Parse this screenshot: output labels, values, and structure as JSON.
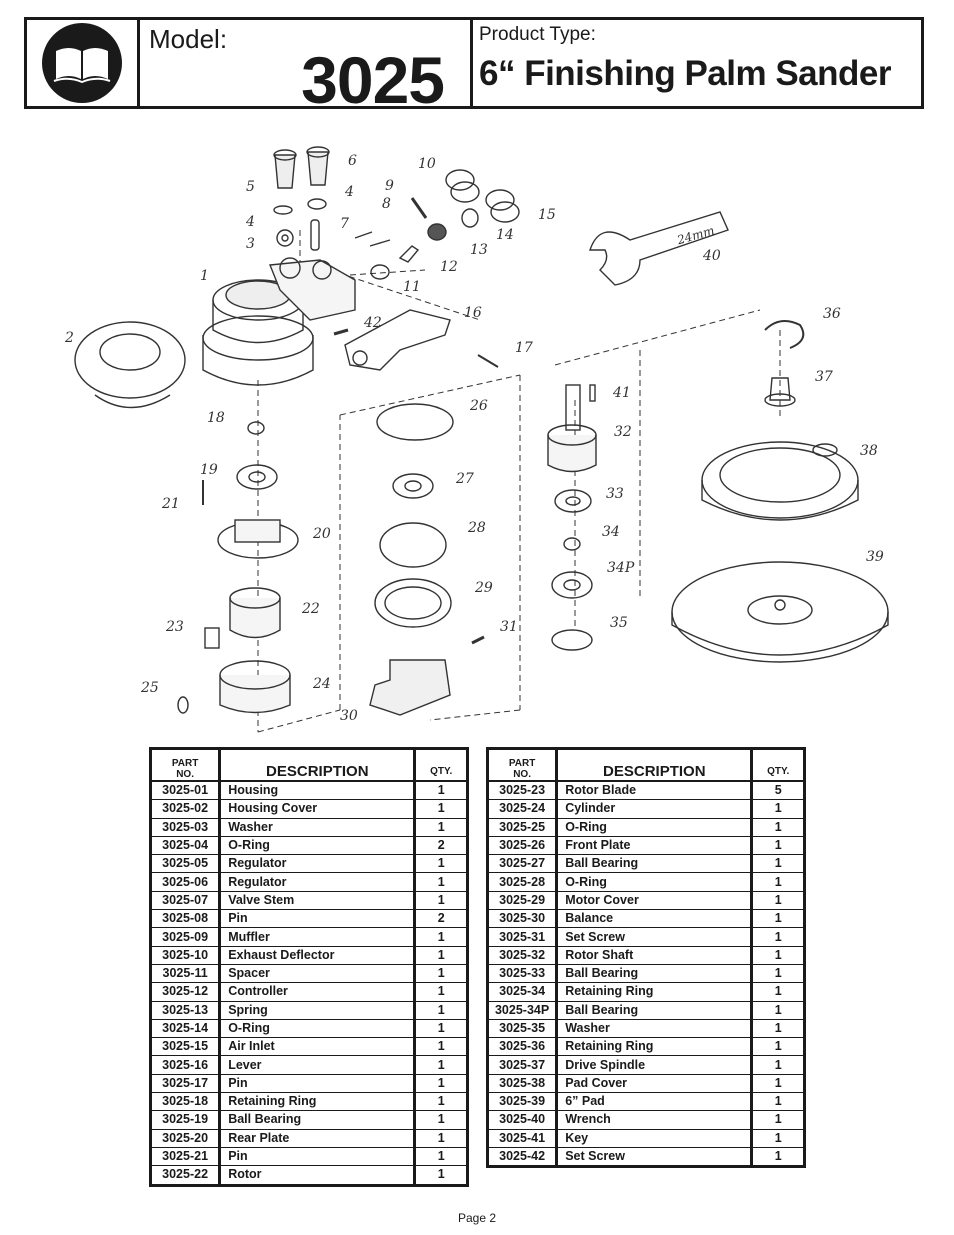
{
  "header": {
    "model_label": "Model:",
    "model_number": "3025",
    "product_type_label": "Product Type:",
    "product_name": "6“ Finishing Palm Sander",
    "icon": "manual-book-icon"
  },
  "diagram": {
    "callouts": [
      "1",
      "2",
      "3",
      "4",
      "4",
      "5",
      "6",
      "7",
      "8",
      "9",
      "10",
      "11",
      "12",
      "13",
      "14",
      "15",
      "16",
      "17",
      "18",
      "19",
      "20",
      "21",
      "22",
      "23",
      "24",
      "25",
      "26",
      "27",
      "28",
      "29",
      "30",
      "31",
      "32",
      "33",
      "34",
      "34P",
      "35",
      "36",
      "37",
      "38",
      "39",
      "40",
      "41",
      "42"
    ],
    "wrench_label": "24mm"
  },
  "parts_table": {
    "col_part": "PART\nNO.",
    "col_desc": "DESCRIPTION",
    "col_qty": "QTY.",
    "left": [
      {
        "part": "3025-01",
        "desc": "Housing",
        "qty": "1"
      },
      {
        "part": "3025-02",
        "desc": "Housing Cover",
        "qty": "1"
      },
      {
        "part": "3025-03",
        "desc": "Washer",
        "qty": "1"
      },
      {
        "part": "3025-04",
        "desc": "O-Ring",
        "qty": "2"
      },
      {
        "part": "3025-05",
        "desc": "Regulator",
        "qty": "1"
      },
      {
        "part": "3025-06",
        "desc": "Regulator",
        "qty": "1"
      },
      {
        "part": "3025-07",
        "desc": "Valve Stem",
        "qty": "1"
      },
      {
        "part": "3025-08",
        "desc": "Pin",
        "qty": "2"
      },
      {
        "part": "3025-09",
        "desc": "Muffler",
        "qty": "1"
      },
      {
        "part": "3025-10",
        "desc": "Exhaust Deflector",
        "qty": "1"
      },
      {
        "part": "3025-11",
        "desc": "Spacer",
        "qty": "1"
      },
      {
        "part": "3025-12",
        "desc": "Controller",
        "qty": "1"
      },
      {
        "part": "3025-13",
        "desc": "Spring",
        "qty": "1"
      },
      {
        "part": "3025-14",
        "desc": "O-Ring",
        "qty": "1"
      },
      {
        "part": "3025-15",
        "desc": "Air Inlet",
        "qty": "1"
      },
      {
        "part": "3025-16",
        "desc": "Lever",
        "qty": "1"
      },
      {
        "part": "3025-17",
        "desc": "Pin",
        "qty": "1"
      },
      {
        "part": "3025-18",
        "desc": "Retaining Ring",
        "qty": "1"
      },
      {
        "part": "3025-19",
        "desc": "Ball Bearing",
        "qty": "1"
      },
      {
        "part": "3025-20",
        "desc": "Rear Plate",
        "qty": "1"
      },
      {
        "part": "3025-21",
        "desc": "Pin",
        "qty": "1"
      },
      {
        "part": "3025-22",
        "desc": "Rotor",
        "qty": "1"
      }
    ],
    "right": [
      {
        "part": "3025-23",
        "desc": "Rotor Blade",
        "qty": "5"
      },
      {
        "part": "3025-24",
        "desc": "Cylinder",
        "qty": "1"
      },
      {
        "part": "3025-25",
        "desc": "O-Ring",
        "qty": "1"
      },
      {
        "part": "3025-26",
        "desc": "Front Plate",
        "qty": "1"
      },
      {
        "part": "3025-27",
        "desc": "Ball Bearing",
        "qty": "1"
      },
      {
        "part": "3025-28",
        "desc": "O-Ring",
        "qty": "1"
      },
      {
        "part": "3025-29",
        "desc": "Motor Cover",
        "qty": "1"
      },
      {
        "part": "3025-30",
        "desc": "Balance",
        "qty": "1"
      },
      {
        "part": "3025-31",
        "desc": "Set Screw",
        "qty": "1"
      },
      {
        "part": "3025-32",
        "desc": "Rotor Shaft",
        "qty": "1"
      },
      {
        "part": "3025-33",
        "desc": "Ball Bearing",
        "qty": "1"
      },
      {
        "part": "3025-34",
        "desc": "Retaining Ring",
        "qty": "1"
      },
      {
        "part": "3025-34P",
        "desc": "Ball Bearing",
        "qty": "1"
      },
      {
        "part": "3025-35",
        "desc": "Washer",
        "qty": "1"
      },
      {
        "part": "3025-36",
        "desc": "Retaining Ring",
        "qty": "1"
      },
      {
        "part": "3025-37",
        "desc": "Drive Spindle",
        "qty": "1"
      },
      {
        "part": "3025-38",
        "desc": "Pad Cover",
        "qty": "1"
      },
      {
        "part": "3025-39",
        "desc": "6” Pad",
        "qty": "1"
      },
      {
        "part": "3025-40",
        "desc": "Wrench",
        "qty": "1"
      },
      {
        "part": "3025-41",
        "desc": "Key",
        "qty": "1"
      },
      {
        "part": "3025-42",
        "desc": "Set Screw",
        "qty": "1"
      }
    ]
  },
  "footer": {
    "page": "Page 2"
  }
}
